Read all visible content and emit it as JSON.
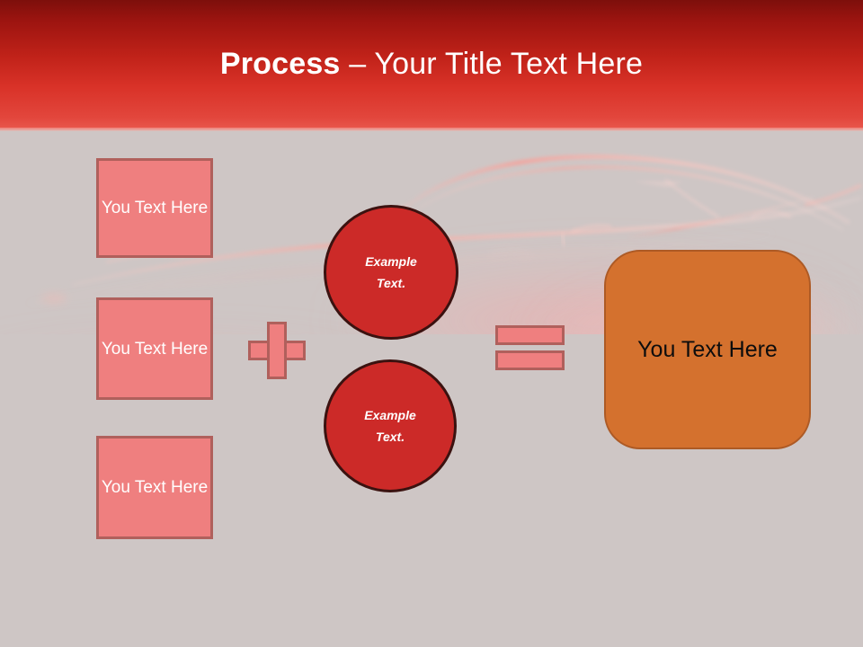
{
  "slide": {
    "background_color": "#cec6c5",
    "background_art": "sports-car-silhouette"
  },
  "title": {
    "strong": "Process",
    "rest": " – Your Title Text Here",
    "band_color_top": "#7d0f0b",
    "band_color_bottom": "#e8564b",
    "text_color": "#ffffff"
  },
  "inputs": {
    "fill_color": "#ef7f7f",
    "border_color": "#b0605c",
    "text_color": "#ffffff",
    "items": [
      {
        "label": "You Text Here"
      },
      {
        "label": "You Text Here"
      },
      {
        "label": "You Text Here"
      }
    ]
  },
  "operators": {
    "plus": {
      "symbol": "+",
      "fill_color": "#ef7f7f",
      "border_color": "#b0605c"
    },
    "equals": {
      "symbol": "=",
      "fill_color": "#ef7f7f",
      "border_color": "#b0605c"
    }
  },
  "circles": {
    "fill_color": "#cc2a28",
    "border_color": "#3b1210",
    "text_color": "#ffffff",
    "items": [
      {
        "line1": "Example",
        "line2": "Text."
      },
      {
        "line1": "Example",
        "line2": "Text."
      }
    ]
  },
  "result": {
    "label": "You Text Here",
    "fill_color": "#d4712e",
    "border_color": "#ad5a25",
    "text_color": "#0d0d0d"
  }
}
